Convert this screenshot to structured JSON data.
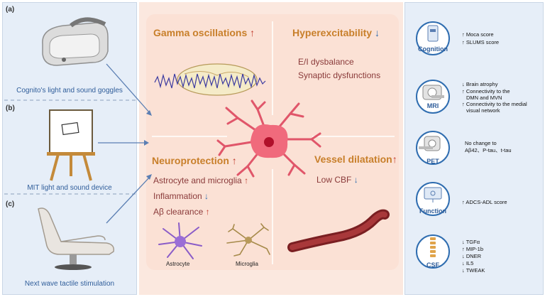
{
  "left": {
    "a_letter": "(a)",
    "a_label": "Cognito's light and sound goggles",
    "b_letter": "(b)",
    "b_label": "MIT light and sound device",
    "c_letter": "(c)",
    "c_label": "Next wave tactile stimulation"
  },
  "center": {
    "gamma_title": "Gamma oscillations",
    "hyper_title": "Hyperexcitability",
    "hyper_items": [
      "E/I dysbalance",
      "Synaptic dysfunctions"
    ],
    "neuro_title": "Neuroprotection",
    "neuro_items": [
      "Astrocyte and microglia",
      "Inflammation",
      "Aβ clearance"
    ],
    "vessel_title": "Vessel dilatation",
    "vessel_items": [
      "Low CBF"
    ],
    "astrocyte_label": "Astrocyte",
    "microglia_label": "Microglia"
  },
  "right": {
    "cognition": {
      "label": "Cognition",
      "items": [
        "↑ Moca score",
        "↑ SLUMS score"
      ]
    },
    "mri": {
      "label": "MRI",
      "items": [
        "↓ Brain atrophy",
        "↑ Connectivity to the",
        "DMN and MVN",
        "↑ Connectivity to the medial",
        "visual network"
      ]
    },
    "pet": {
      "label": "PET",
      "items": [
        "No change to",
        "Aβ42、P-tau、t-tau"
      ]
    },
    "function": {
      "label": "Function",
      "items": [
        "↑ ADCS-ADL score"
      ]
    },
    "csf": {
      "label": "CSF",
      "items": [
        "↓ TGFα",
        "↑ MIP-1b",
        "↓ DNER",
        "↓ IL5",
        "↓ TWEAK"
      ]
    }
  },
  "colors": {
    "accent_orange": "#c87f2a",
    "up_arrow": "#c0392b",
    "down_arrow": "#2f6db0",
    "panel_blue": "#e6eef8",
    "center_pink": "#fbe1d5"
  }
}
